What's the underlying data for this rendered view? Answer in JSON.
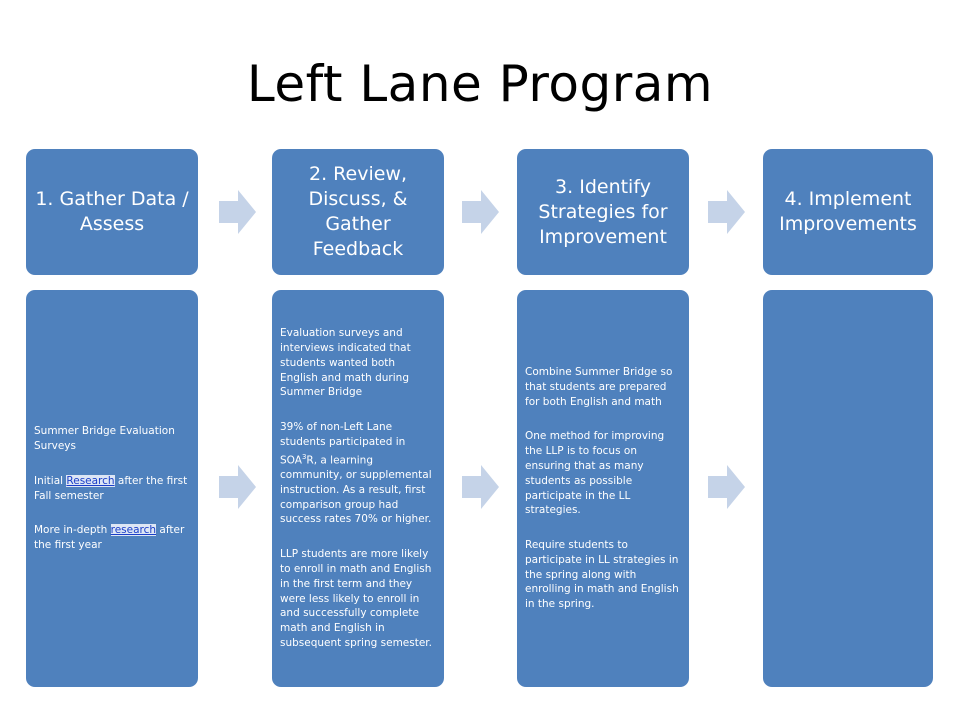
{
  "title": "Left Lane Program",
  "steps": [
    {
      "header": "1. Gather Data / Assess",
      "items": [
        {
          "text": "Summer Bridge Evaluation Surveys"
        },
        {
          "before": "Initial ",
          "link": "Research",
          "after": " after the first Fall semester"
        },
        {
          "before": "More in-depth ",
          "link": "research",
          "after": " after the first year"
        }
      ]
    },
    {
      "header": "2. Review, Discuss, & Gather Feedback",
      "items": [
        {
          "text": "Evaluation surveys and interviews indicated that students wanted both English and math during Summer Bridge"
        },
        {
          "before": "39% of  non-Left Lane students participated in SOA",
          "sup": "3",
          "after": "R, a learning community, or supplemental instruction. As a result, first comparison group had success rates 70% or higher."
        },
        {
          "text": "LLP students are more likely to enroll in math  and English in the first term and they were less likely to enroll in and successfully complete math  and English in subsequent spring semester."
        }
      ]
    },
    {
      "header": "3. Identify Strategies for Improvement",
      "items": [
        {
          "text": "Combine Summer Bridge so that students are prepared for both English and math"
        },
        {
          "text": "One method for improving the LLP is to focus  on ensuring that as many students as possible participate in the LL strategies."
        },
        {
          "text": "Require students to participate in LL strategies in the spring along with enrolling in math and English in the spring."
        }
      ]
    },
    {
      "header": "4. Implement Improvements",
      "items": []
    }
  ],
  "colors": {
    "box_fill": "#4f81bd",
    "arrow_fill": "#c5d3e8",
    "text": "#ffffff",
    "link": "#1a3ec8"
  },
  "icons": {
    "arrow": "right-block-arrow"
  }
}
